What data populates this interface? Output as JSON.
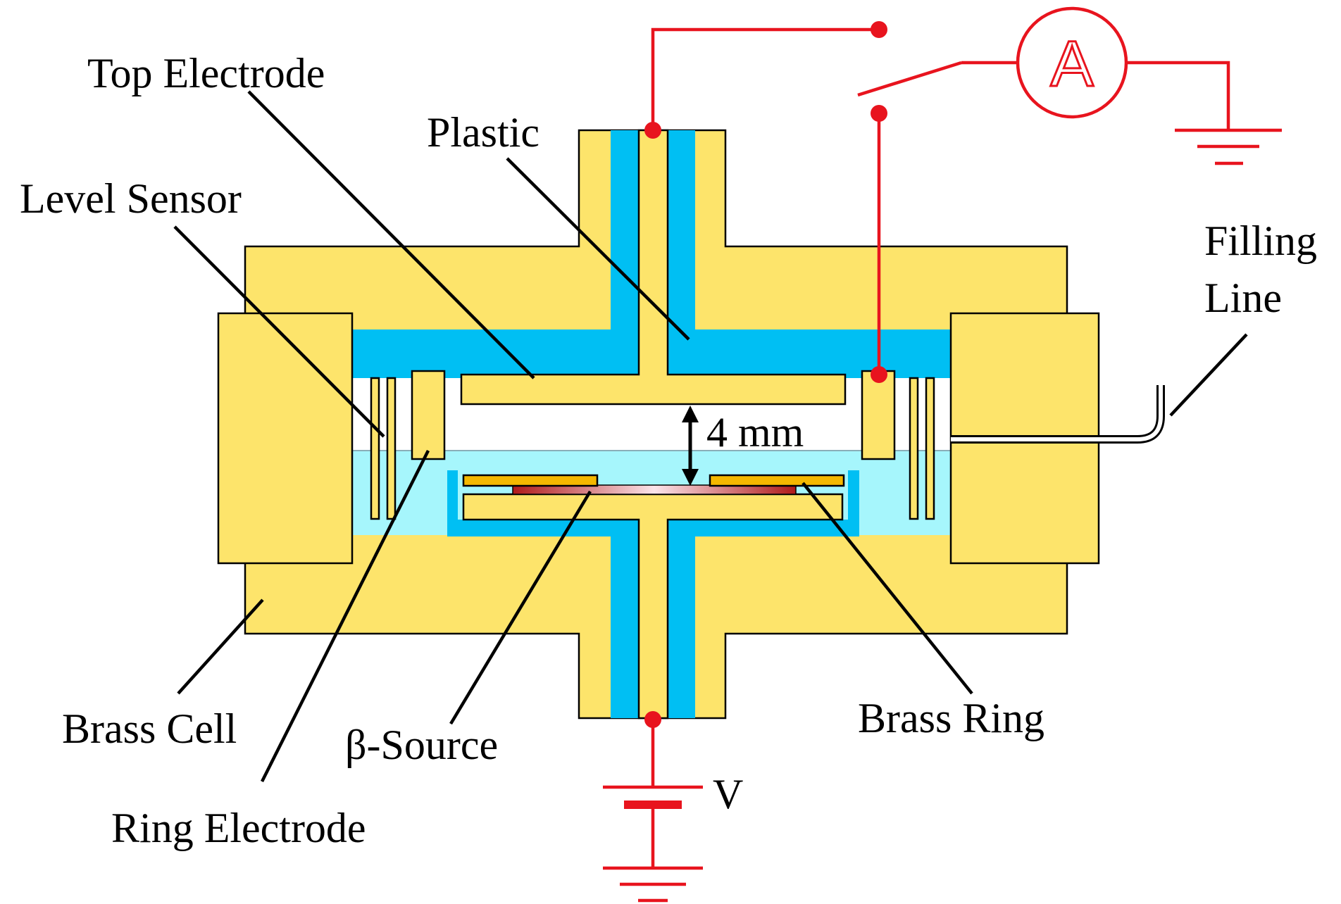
{
  "labels": {
    "top_electrode": "Top Electrode",
    "plastic": "Plastic",
    "level_sensor": "Level Sensor",
    "filling_line_1": "Filling",
    "filling_line_2": "Line",
    "gap": "4 mm",
    "brass_cell": "Brass Cell",
    "beta_source": "β-Source",
    "brass_ring": "Brass Ring",
    "ring_electrode": "Ring Electrode",
    "voltage": "V",
    "ammeter": "A"
  },
  "colors": {
    "brass": "#fde46b",
    "plastic": "#00bff3",
    "liquid": "#a6f6fc",
    "wire": "#e8141e",
    "source": "#b01a1a",
    "brass_ring": "#f5b800"
  }
}
